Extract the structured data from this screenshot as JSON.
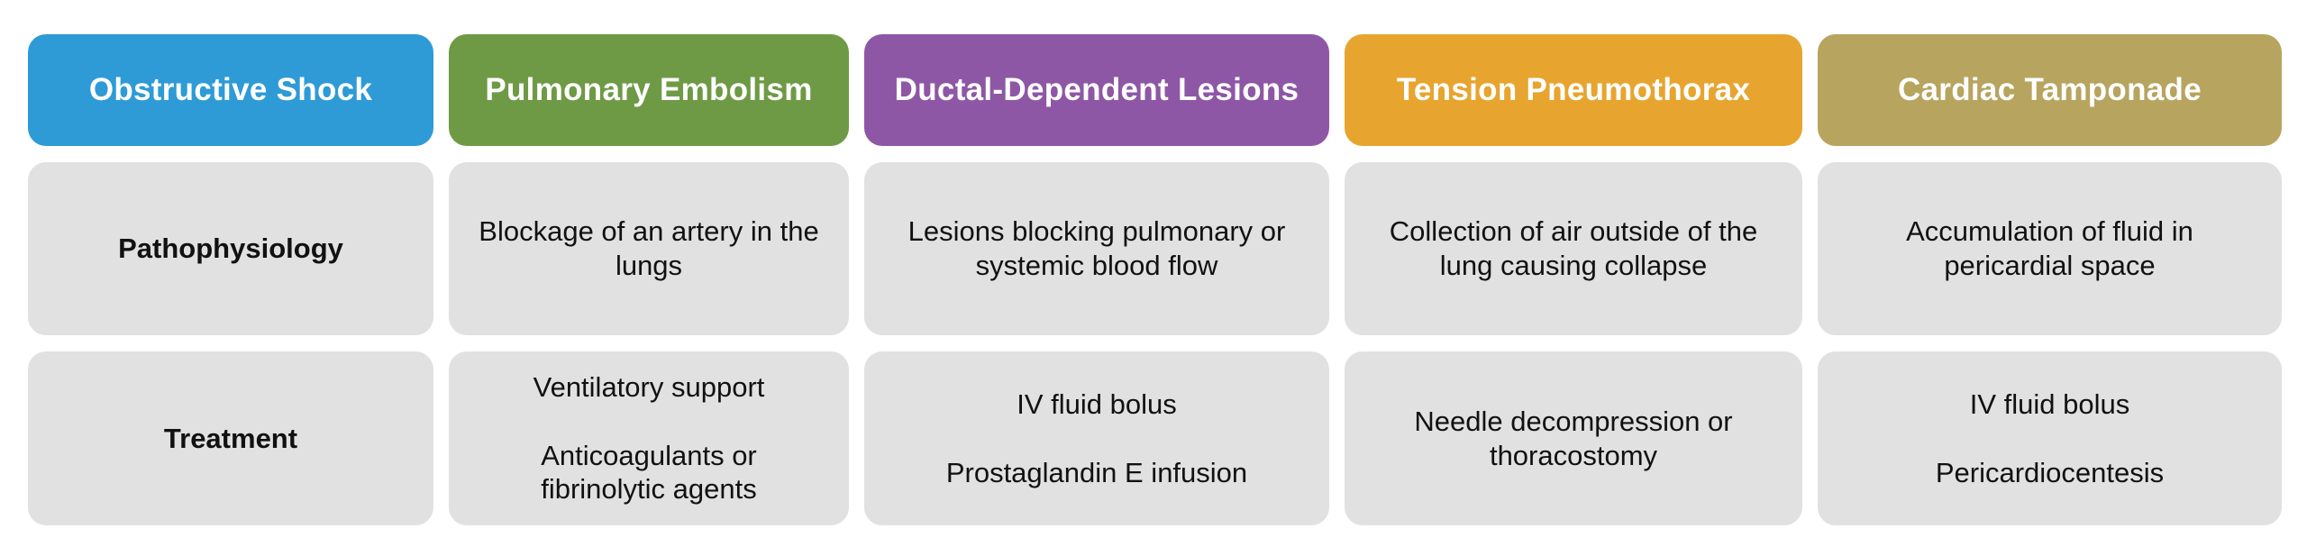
{
  "chart_data": {
    "type": "table",
    "title": "Obstructive Shock",
    "columns": [
      "Obstructive Shock",
      "Pulmonary Embolism",
      "Ductal-Dependent Lesions",
      "Tension Pneumothorax",
      "Cardiac Tamponade"
    ],
    "header_colors": [
      "#2E9BD6",
      "#6E9A45",
      "#8E57A5",
      "#E7A52F",
      "#B7A45F"
    ],
    "rows": [
      [
        "Pathophysiology",
        "Blockage of an artery in the lungs",
        "Lesions blocking pulmonary or systemic blood flow",
        "Collection of air outside of the lung causing collapse",
        "Accumulation of fluid in pericardial space"
      ],
      [
        "Treatment",
        "Ventilatory support / Anticoagulants or fibrinolytic agents",
        "IV fluid bolus / Prostaglandin E infusion",
        "Needle decompression or thoracostomy",
        "IV fluid bolus / Pericardiocentesis"
      ]
    ],
    "legend": null,
    "grid": false
  },
  "colors": {
    "header_text": "#FFFFFF",
    "cell_background": "#E1E1E1",
    "cell_text": "#111111",
    "page_background": "#FFFFFF"
  },
  "table": {
    "headers": [
      {
        "label": "Obstructive Shock",
        "color": "#2E9BD6"
      },
      {
        "label": "Pulmonary Embolism",
        "color": "#6E9A45"
      },
      {
        "label": "Ductal-Dependent Lesions",
        "color": "#8E57A5"
      },
      {
        "label": "Tension Pneumothorax",
        "color": "#E7A52F"
      },
      {
        "label": "Cardiac Tamponade",
        "color": "#B7A45F"
      }
    ],
    "pathophysiology": {
      "label": "Pathophysiology",
      "pulmonary_embolism": "Blockage of an artery in the lungs",
      "ductal_dependent_lesions": "Lesions blocking pulmonary or systemic blood flow",
      "tension_pneumothorax": "Collection of air outside of the lung causing collapse",
      "cardiac_tamponade": "Accumulation of fluid in pericardial space"
    },
    "treatment": {
      "label": "Treatment",
      "pulmonary_embolism": [
        "Ventilatory support",
        "Anticoagulants or fibrinolytic agents"
      ],
      "ductal_dependent_lesions": [
        "IV fluid bolus",
        "Prostaglandin E infusion"
      ],
      "tension_pneumothorax": [
        "Needle decompression or thoracostomy"
      ],
      "cardiac_tamponade": [
        "IV fluid bolus",
        "Pericardiocentesis"
      ]
    }
  }
}
